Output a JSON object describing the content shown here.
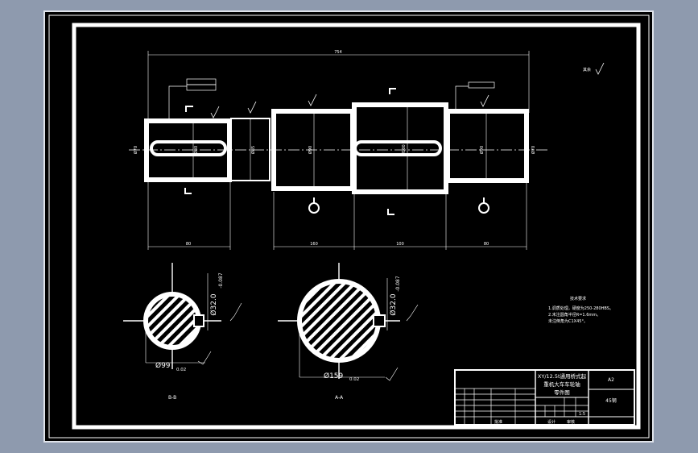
{
  "drawing": {
    "background": "#000000",
    "line_color": "#ffffff",
    "viewport_color": "#8e9aae",
    "dims": {
      "overall": "754",
      "seg1": "80",
      "seg2": "160",
      "seg3": "100",
      "seg4": "80"
    },
    "section1_dia": "Ø32.0",
    "section1_dia_tol": "-0.087",
    "section1_outer": "Ø99",
    "section1_outer_tol": "0.02",
    "section2_dia": "Ø32.0",
    "section2_dia_tol": "-0.087",
    "section2_outer": "Ø159",
    "section2_outer_tol": "0.02",
    "section1_label": "B-B",
    "section2_label": "A-A",
    "tech_title": "技术要求",
    "tech_notes": [
      "1.调质处理，硬度为250-280HBS。",
      "2.未注圆角半径R=1.6mm。",
      "  未注倒角为C1X45°。"
    ],
    "title_block": {
      "title_lines": [
        "XY/12.5t通用桥式起",
        "重机大车车轮轴",
        "零件图"
      ],
      "scale": "1:5",
      "material": "45钢",
      "sheet": "A2",
      "designer": "设计",
      "checker": "审核",
      "approver": "批准"
    }
  }
}
